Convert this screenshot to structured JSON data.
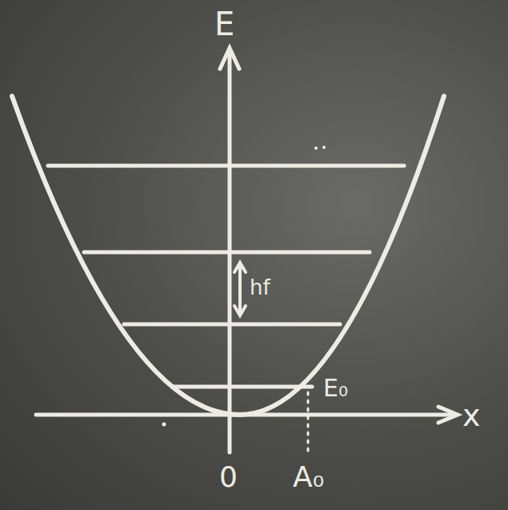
{
  "diagram": {
    "labels": [
      "E",
      "hf",
      "E₀",
      "x",
      "0",
      "A₀"
    ]
  }
}
